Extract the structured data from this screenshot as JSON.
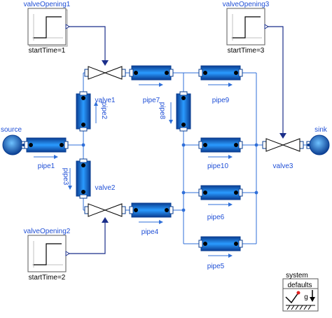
{
  "colors": {
    "accent": "#1f4fd6",
    "pipe_fill": "#1e90ff",
    "pipe_dark": "#0a3d91",
    "wire": "#2f6fd9",
    "signal": "#1a2e8a"
  },
  "components": {
    "valveOpening1": {
      "name": "valveOpening1",
      "param": "startTime=1"
    },
    "valveOpening2": {
      "name": "valveOpening2",
      "param": "startTime=2"
    },
    "valveOpening3": {
      "name": "valveOpening3",
      "param": "startTime=3"
    },
    "source": {
      "name": "source"
    },
    "sink": {
      "name": "sink"
    },
    "valve1": {
      "name": "valve1"
    },
    "valve2": {
      "name": "valve2"
    },
    "valve3": {
      "name": "valve3"
    },
    "pipe1": {
      "name": "pipe1"
    },
    "pipe2": {
      "name": "pipe2"
    },
    "pipe3": {
      "name": "pipe3"
    },
    "pipe4": {
      "name": "pipe4"
    },
    "pipe5": {
      "name": "pipe5"
    },
    "pipe6": {
      "name": "pipe6"
    },
    "pipe7": {
      "name": "pipe7"
    },
    "pipe8": {
      "name": "pipe8"
    },
    "pipe9": {
      "name": "pipe9"
    },
    "pipe10": {
      "name": "pipe10"
    },
    "system": {
      "name": "system",
      "defaults_label": "defaults",
      "g_label": "g"
    }
  }
}
